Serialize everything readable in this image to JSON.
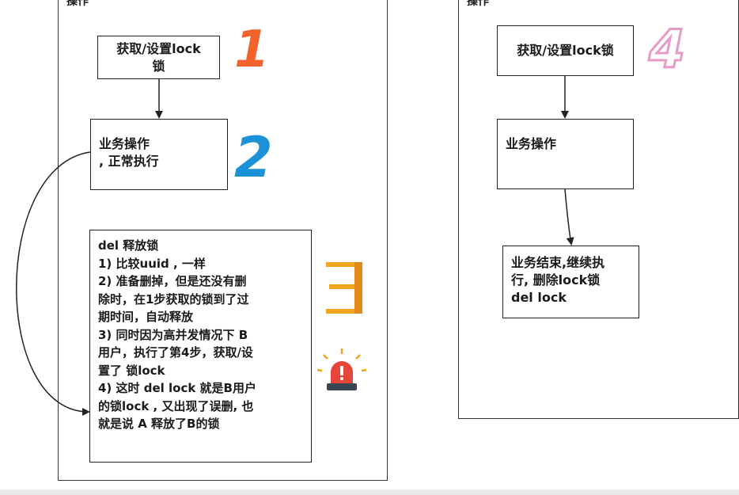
{
  "left_panel": {
    "title": "操作",
    "step1": {
      "lines": [
        "获取/设置lock",
        "锁"
      ]
    },
    "step2": {
      "lines": [
        "业务操作",
        ", 正常执行"
      ]
    },
    "step3": {
      "lines": [
        "del 释放锁",
        "1) 比较uuid , 一样",
        "2) 准备删掉，但是还没有删",
        "除时，在1步获取的锁到了过",
        "期时间，自动释放",
        "3) 同时因为高并发情况下 B",
        "用户，执行了第4步，获取/设",
        "置了 锁lock",
        "4) 这时 del lock 就是B用户",
        "的锁lock , 又出现了误删, 也",
        "就是说 A 释放了B的锁"
      ]
    },
    "num1": "1",
    "num2": "2",
    "num3_icon": "number-three-bracket-icon",
    "alarm_icon": "siren-icon"
  },
  "right_panel": {
    "title": "操作",
    "step1": {
      "lines": [
        "获取/设置lock锁"
      ]
    },
    "step2": {
      "lines": [
        "业务操作"
      ]
    },
    "step3": {
      "lines": [
        "业务结束,继续执",
        "行, 删除lock锁",
        "del lock"
      ]
    },
    "num4": "4"
  },
  "colors": {
    "num1": "#f2622b",
    "num2": "#1b92d8",
    "num3": "#f0a51c",
    "num4": "#e59ac8",
    "alarm": "#e8453a"
  }
}
